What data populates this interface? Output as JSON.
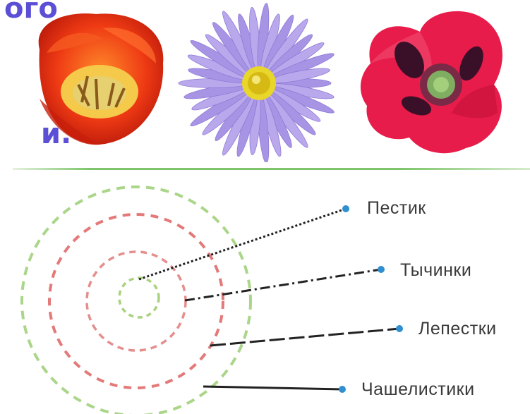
{
  "heading_fragments": [
    "ого",
    "и",
    "и."
  ],
  "diagram": {
    "labels": {
      "pistil": "Пестик",
      "stamens": "Тычинки",
      "petals": "Лепестки",
      "sepals": "Чашелистики"
    }
  },
  "colors": {
    "heading": "#5b4fd6",
    "divider": "#7dc46a",
    "ring_green": "#9ccf74",
    "ring_red": "#e06a6a",
    "pointer_dot": "#2f8fd0"
  }
}
